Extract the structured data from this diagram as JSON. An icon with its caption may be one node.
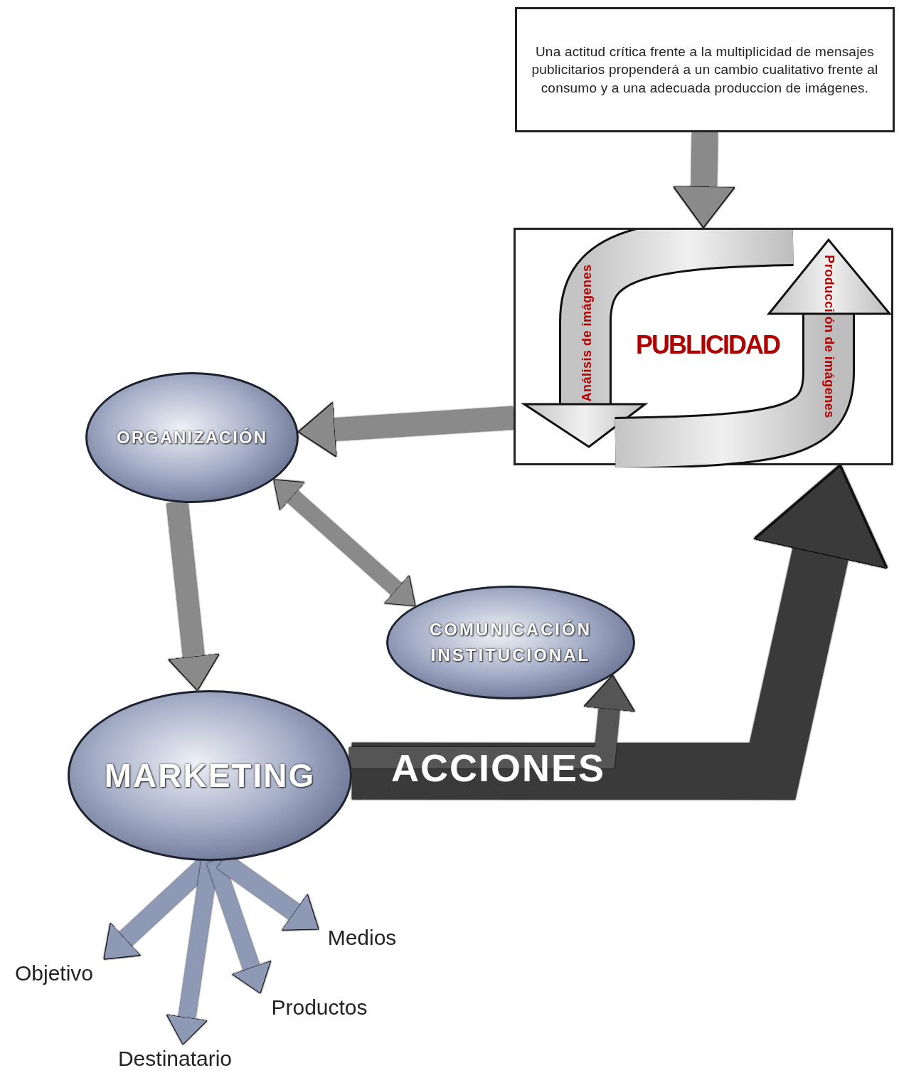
{
  "diagram": {
    "nodes": [
      {
        "text": [
          "Una actitud crítica frente a la multiplicidad de mensajes publicitarios propenderá a un cambio cualitativo frente al consumo y a una adecuada produccion de imágenes."
        ]
      },
      {
        "text": [
          "Análisis de imágenes",
          "PUBLICIDAD",
          "Producci ón de imágenes"
        ]
      },
      {
        "text": [
          "ORGANIZACIÓN"
        ]
      },
      {
        "text": [
          "COMUNICACIÓN INSTITUCIONAL"
        ]
      },
      {
        "text": [
          "MARKETING"
        ]
      },
      {
        "text": [
          "Objetivo"
        ]
      },
      {
        "text": [
          "Destinatario"
        ]
      },
      {
        "text": [
          "Productos"
        ]
      },
      {
        "text": [
          "Medios"
        ]
      }
    ],
    "edges": [
      {
        "from": 0,
        "to": 1,
        "arrow": "to"
      },
      {
        "from": 1,
        "to": 2,
        "arrow": "to"
      },
      {
        "from": 2,
        "to": 4,
        "arrow": "to"
      },
      {
        "from": 2,
        "to": 3,
        "arrow": "both"
      },
      {
        "from": 4,
        "to": 1,
        "arrow": "to",
        "label": "ACCIONES",
        "style": "thick",
        "color": "#3a3a3a"
      },
      {
        "from": 4,
        "to": 3,
        "arrow": "to",
        "color": "#555555"
      },
      {
        "from": 4,
        "to": 5,
        "arrow": "to",
        "color": "#8e99b6"
      },
      {
        "from": 4,
        "to": 6,
        "arrow": "to",
        "color": "#8e99b6"
      },
      {
        "from": 4,
        "to": 7,
        "arrow": "to",
        "color": "#8e99b6"
      },
      {
        "from": 4,
        "to": 8,
        "arrow": "to",
        "color": "#8e99b6"
      }
    ]
  }
}
